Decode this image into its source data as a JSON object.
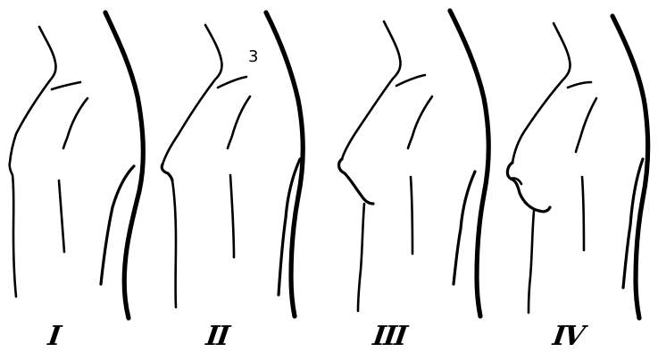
{
  "stages": [
    {
      "label": "I"
    },
    {
      "label": "II"
    },
    {
      "label": "III"
    },
    {
      "label": "IV"
    }
  ],
  "annotation": "3"
}
